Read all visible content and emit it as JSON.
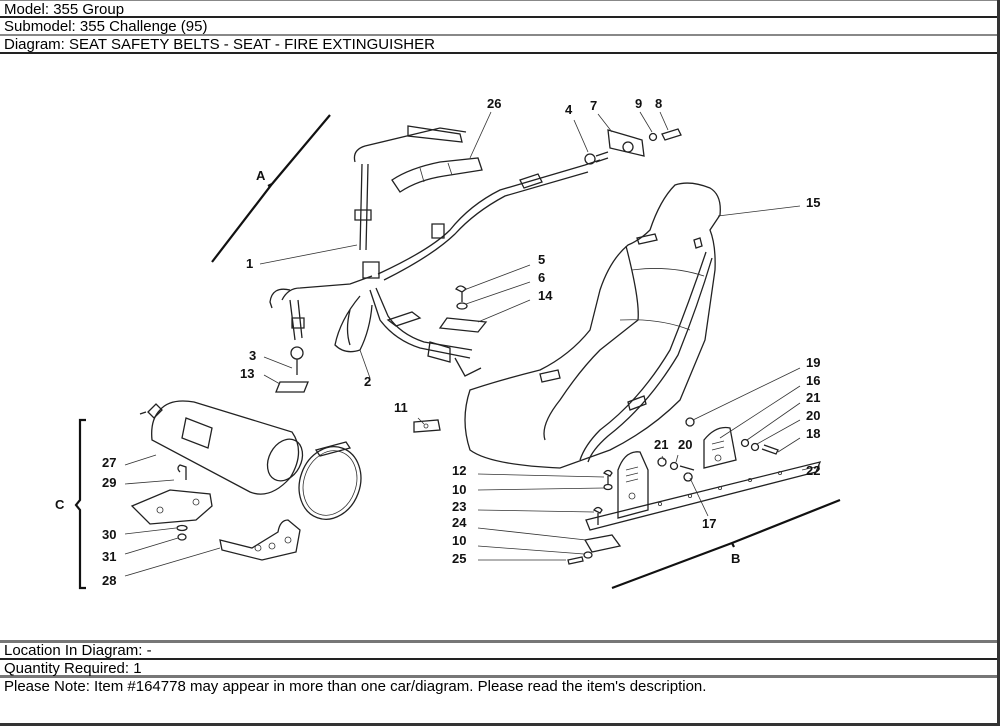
{
  "header": {
    "model": "Model: 355 Group",
    "submodel": "Submodel: 355 Challenge (95)",
    "diagram": "Diagram: SEAT SAFETY BELTS - SEAT - FIRE EXTINGUISHER"
  },
  "diagram": {
    "groups": {
      "a": "A",
      "b": "B",
      "c": "C"
    },
    "callouts": {
      "c1": "1",
      "c2": "2",
      "c3": "3",
      "c4": "4",
      "c5": "5",
      "c6": "6",
      "c7": "7",
      "c8": "8",
      "c9": "9",
      "c10a": "10",
      "c10b": "10",
      "c11": "11",
      "c12": "12",
      "c13": "13",
      "c14": "14",
      "c15": "15",
      "c16": "16",
      "c17": "17",
      "c18": "18",
      "c19": "19",
      "c20a": "20",
      "c20b": "20",
      "c21a": "21",
      "c21b": "21",
      "c22": "22",
      "c23": "23",
      "c24": "24",
      "c25": "25",
      "c26": "26",
      "c27": "27",
      "c28": "28",
      "c29": "29",
      "c30": "30",
      "c31": "31"
    }
  },
  "footer": {
    "location": "Location In Diagram: -",
    "quantity": "Quantity Required: 1",
    "note": "Please Note: Item #164778 may appear in more than one car/diagram. Please read the item's description."
  }
}
